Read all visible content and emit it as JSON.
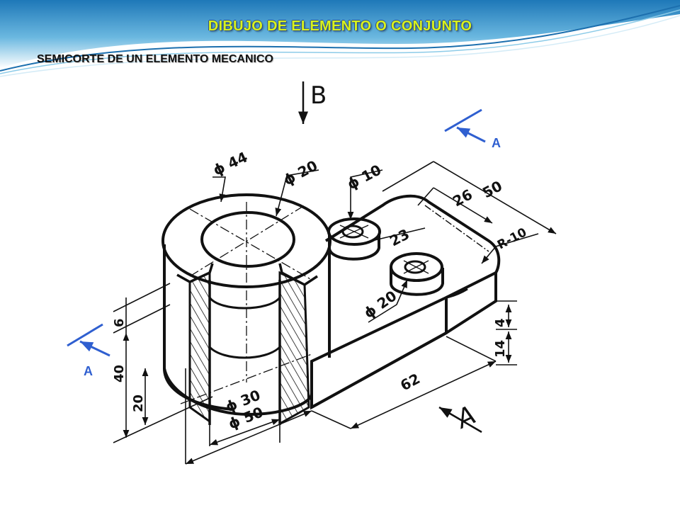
{
  "header": {
    "title": "DIBUJO DE ELEMENTO  O CONJUNTO",
    "subtitle": "SEMICORTE DE UN ELEMENTO MECANICO"
  },
  "colors": {
    "title_fill": "#d8f21c",
    "cut_arrow": "#2f5fd0",
    "banner_blue": "#1f7fc0"
  },
  "drawing": {
    "view_b_label": "B",
    "view_a_label": "A",
    "cut_plane_label_top": "A",
    "cut_plane_label_left": "A",
    "dimensions": {
      "d44": "ϕ 44",
      "d20_top": "ϕ 20",
      "d10": "ϕ 10",
      "d20_boss": "ϕ 20",
      "d30": "ϕ 30",
      "d50": "ϕ 50",
      "len50": "50",
      "len26": "26",
      "len23": "23",
      "r10": "R-10",
      "len62": "62",
      "h6": "6",
      "h40": "40",
      "h20": "20",
      "h4": "4",
      "h14": "14"
    }
  }
}
